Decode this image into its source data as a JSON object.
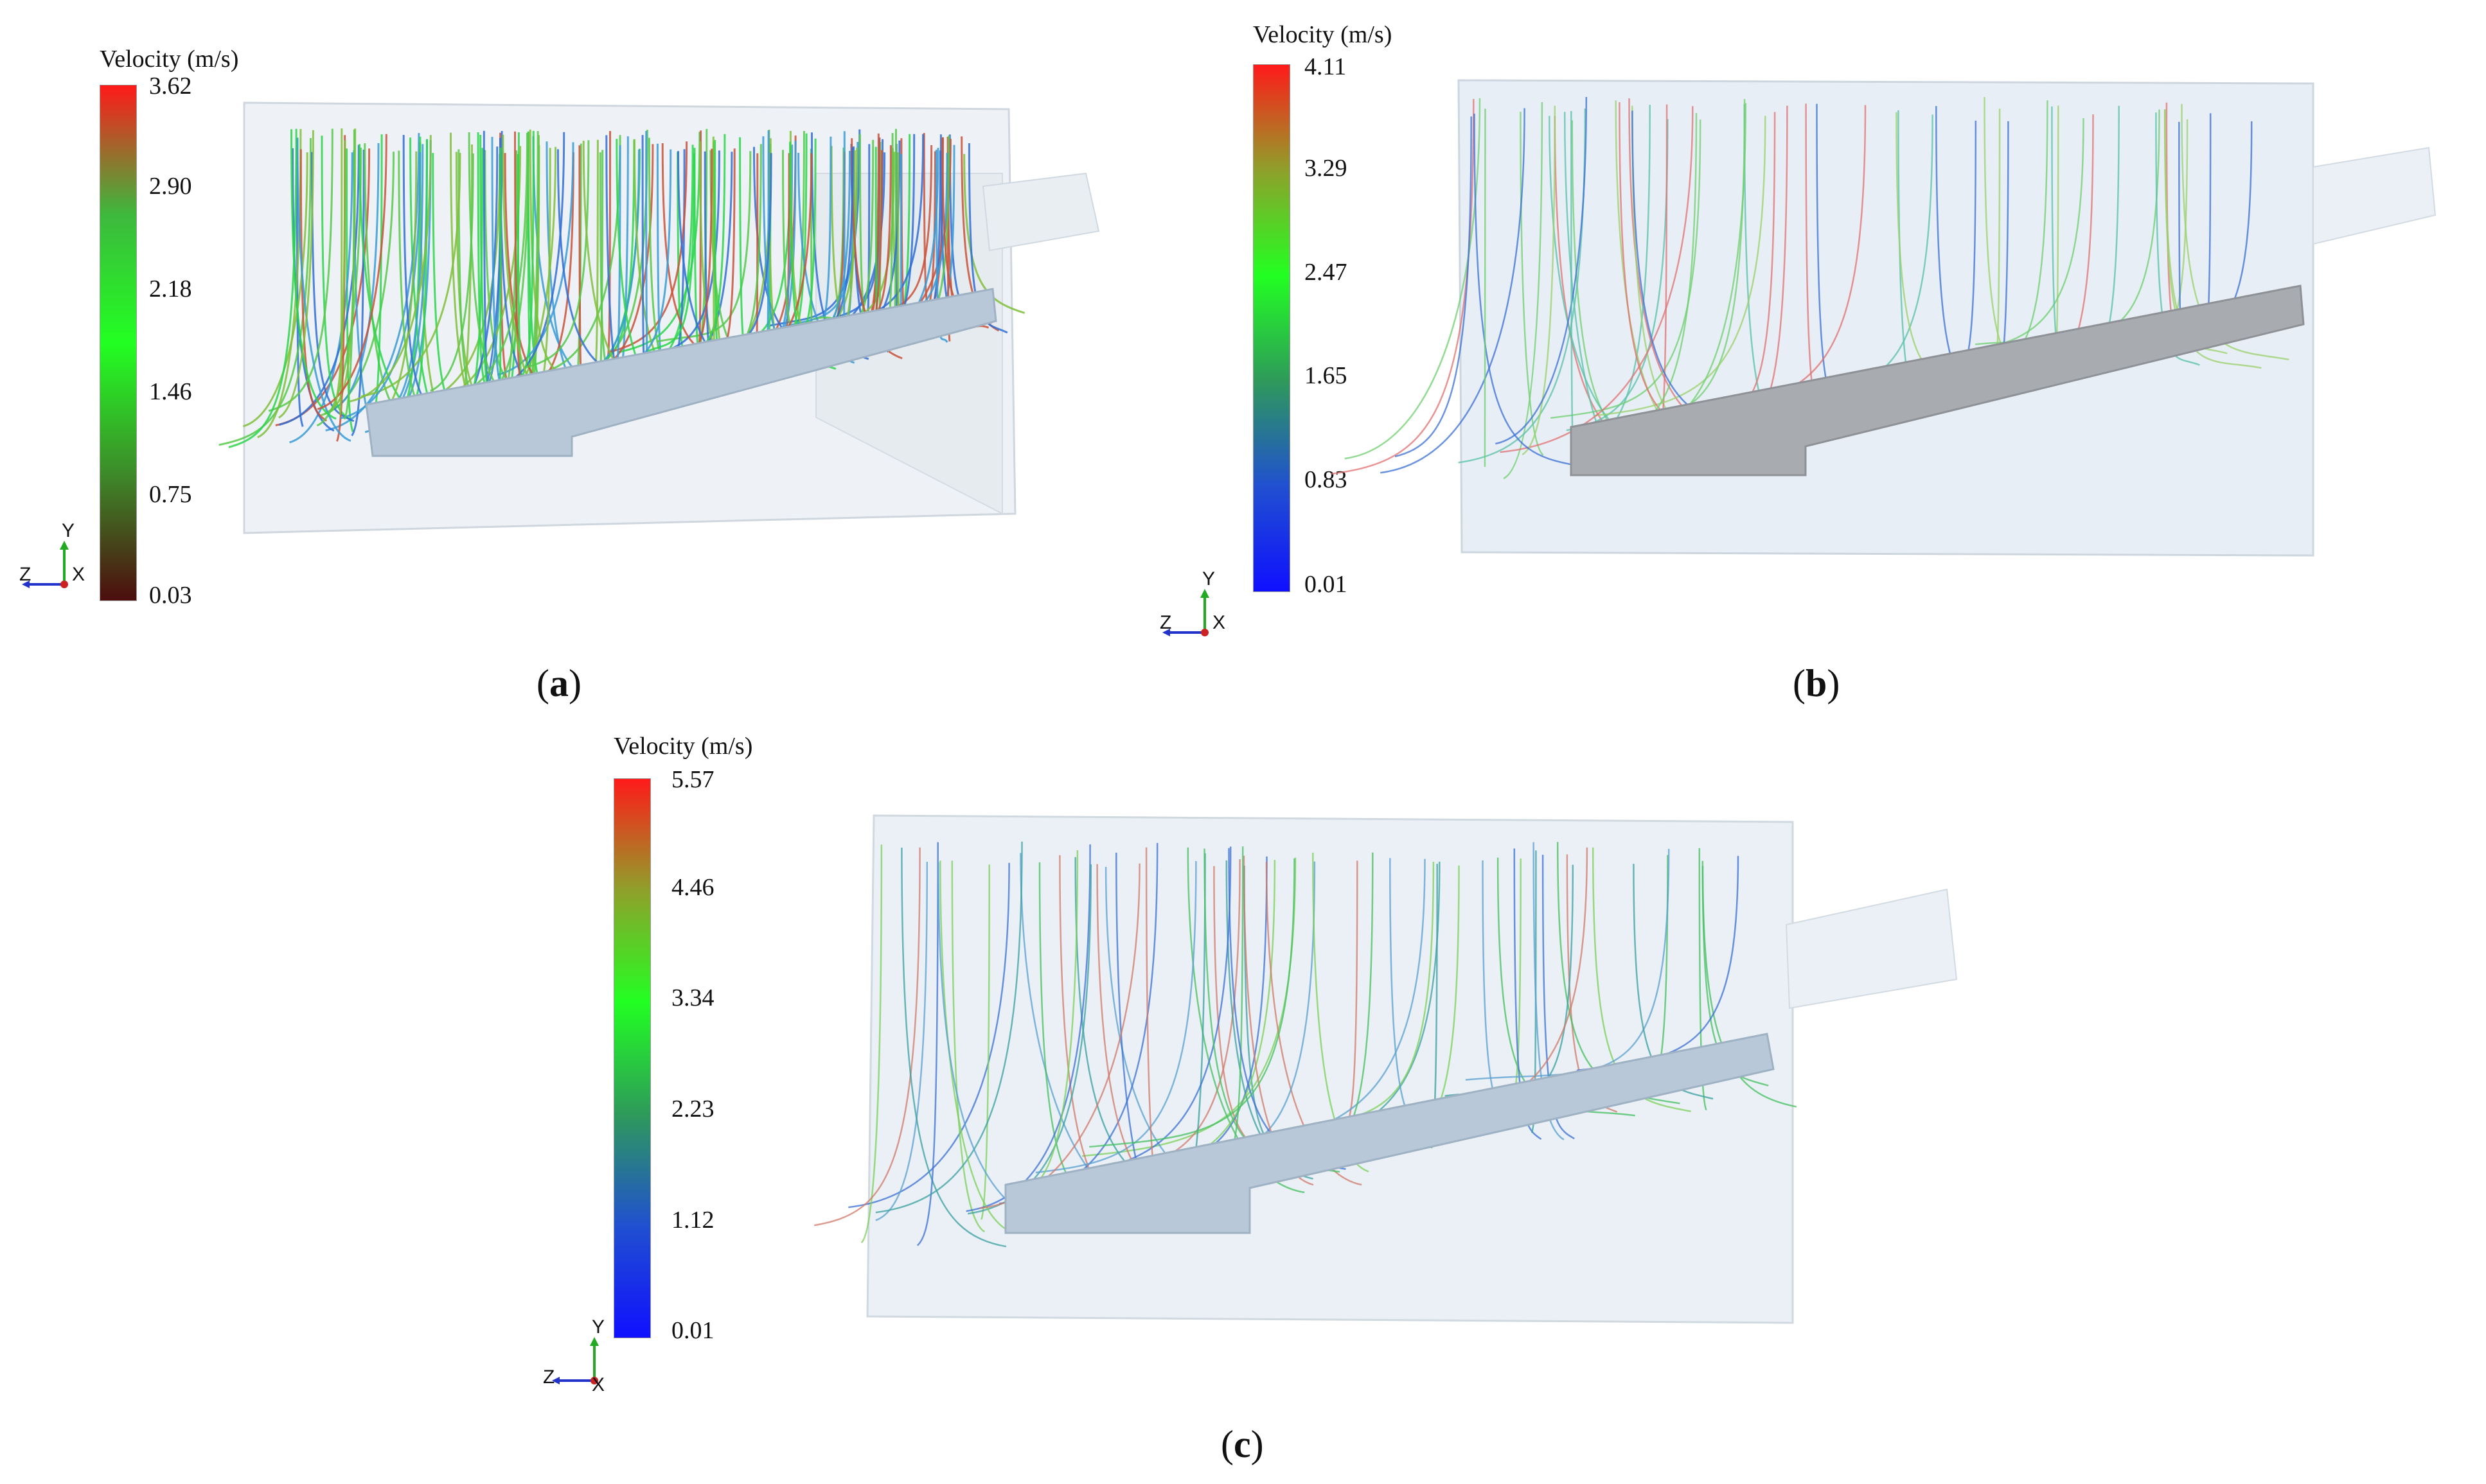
{
  "panels": [
    {
      "id": "a",
      "caption_letter": "a",
      "colorbar": {
        "title": "Velocity (m/s)",
        "ticks": [
          "3.62",
          "2.90",
          "2.18",
          "1.46",
          "0.75",
          "0.03"
        ],
        "min": 0.03,
        "max": 3.62,
        "colors": [
          "#ff1a1a",
          "#3db83d",
          "#22ff22",
          "#3d8c2a",
          "#4d0d0d"
        ]
      },
      "axes": {
        "y": "Y",
        "z": "Z",
        "x": "X"
      },
      "streamline_colors": [
        "#2f6fd6",
        "#2ad64a",
        "#57c94a",
        "#7fbf3a",
        "#c9523a",
        "#3a9bd6"
      ],
      "streamline_count": 220
    },
    {
      "id": "b",
      "caption_letter": "b",
      "colorbar": {
        "title": "Velocity (m/s)",
        "ticks": [
          "4.11",
          "3.29",
          "2.47",
          "1.65",
          "0.83",
          "0.01"
        ],
        "min": 0.01,
        "max": 4.11,
        "colors": [
          "#ff1a1a",
          "#8fa02a",
          "#22ff22",
          "#2e9a5a",
          "#2050d0",
          "#1010ff"
        ]
      },
      "axes": {
        "y": "Y",
        "z": "Z",
        "x": "X"
      },
      "streamline_colors": [
        "#6fcf6f",
        "#58c0a8",
        "#9ad06a",
        "#e07070",
        "#3a6fd6"
      ],
      "streamline_count": 60
    },
    {
      "id": "c",
      "caption_letter": "c",
      "colorbar": {
        "title": "Velocity (m/s)",
        "ticks": [
          "5.57",
          "4.46",
          "3.34",
          "2.23",
          "1.12",
          "0.01"
        ],
        "min": 0.01,
        "max": 5.57,
        "colors": [
          "#ff1a1a",
          "#8fa02a",
          "#22ff22",
          "#2e9a5a",
          "#2050d0",
          "#1010ff"
        ]
      },
      "axes": {
        "y": "Y",
        "z": "Z",
        "x": "X"
      },
      "streamline_colors": [
        "#44c060",
        "#3aa0a0",
        "#7bd05a",
        "#d07a6a",
        "#3a6fd6",
        "#5aa0d0"
      ],
      "streamline_count": 70
    }
  ]
}
